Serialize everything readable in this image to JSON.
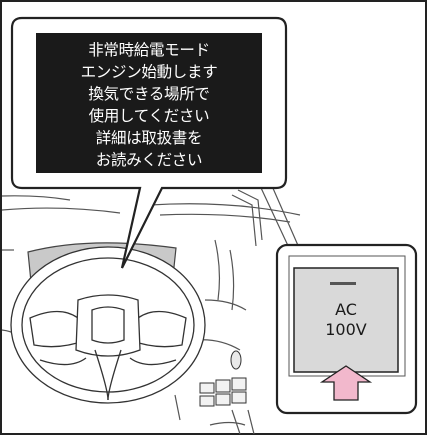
{
  "display_message": {
    "lines": [
      "非常時給電モード",
      "エンジン始動します",
      "換気できる場所で",
      "使用してください",
      "詳細は取扱書を",
      "お読みください"
    ]
  },
  "switch": {
    "line1": "AC",
    "line2": "100V"
  },
  "colors": {
    "display_bg": "#1a1a1a",
    "display_text": "#ffffff",
    "arrow_fill": "#f2b8cc",
    "button_fill": "#d9d9d9",
    "line": "#222222"
  }
}
